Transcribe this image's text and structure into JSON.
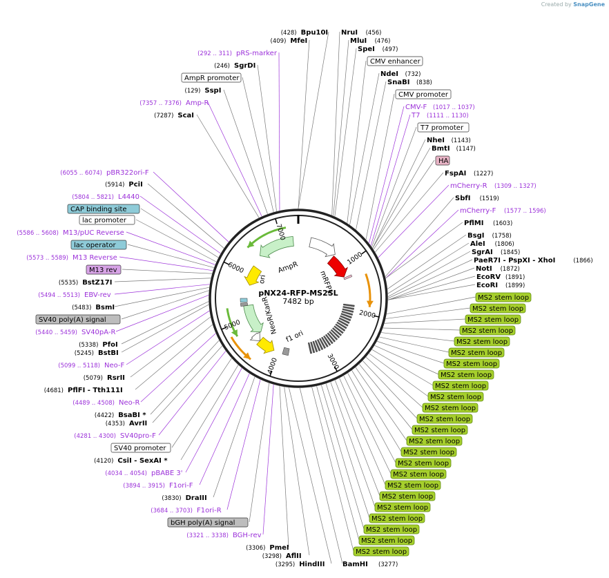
{
  "watermark": {
    "created_by": "Created by",
    "brand": "SnapGene"
  },
  "plasmid": {
    "name": "pNX24-RFP-MS2SL",
    "length": "7482 bp",
    "ticks": [
      "1000",
      "2000",
      "3000",
      "4000",
      "5000",
      "6000",
      "7000"
    ]
  },
  "left_labels": [
    {
      "pos": "(409)",
      "name": "MfeI",
      "kind": "enzyme"
    },
    {
      "pos": "(428)",
      "name": "Bpu10I",
      "kind": "enzyme"
    },
    {
      "pos": "(292 .. 311)",
      "name": "pRS-marker",
      "kind": "primer"
    },
    {
      "pos": "(246)",
      "name": "SgrDI",
      "kind": "enzyme"
    },
    {
      "pos": "",
      "name": "AmpR promoter",
      "kind": "box_white"
    },
    {
      "pos": "(129)",
      "name": "SspI",
      "kind": "enzyme"
    },
    {
      "pos": "(7357 .. 7376)",
      "name": "Amp-R",
      "kind": "primer"
    },
    {
      "pos": "(7287)",
      "name": "ScaI",
      "kind": "enzyme"
    },
    {
      "pos": "(6055 .. 6074)",
      "name": "pBR322ori-F",
      "kind": "primer"
    },
    {
      "pos": "(5914)",
      "name": "PciI",
      "kind": "enzyme"
    },
    {
      "pos": "(5804 .. 5821)",
      "name": "L4440",
      "kind": "primer"
    },
    {
      "pos": "",
      "name": "CAP binding site",
      "kind": "box_blue"
    },
    {
      "pos": "",
      "name": "lac promoter",
      "kind": "box_white"
    },
    {
      "pos": "(5586 .. 5608)",
      "name": "M13/pUC Reverse",
      "kind": "primer"
    },
    {
      "pos": "",
      "name": "lac operator",
      "kind": "box_blue"
    },
    {
      "pos": "(5573 .. 5589)",
      "name": "M13 Reverse",
      "kind": "primer"
    },
    {
      "pos": "",
      "name": "M13 rev",
      "kind": "box_purple"
    },
    {
      "pos": "(5535)",
      "name": "BstZ17I",
      "kind": "enzyme"
    },
    {
      "pos": "(5494 .. 5513)",
      "name": "EBV-rev",
      "kind": "primer"
    },
    {
      "pos": "(5483)",
      "name": "BsmI",
      "kind": "enzyme"
    },
    {
      "pos": "",
      "name": "SV40 poly(A) signal",
      "kind": "box_gray"
    },
    {
      "pos": "(5440 .. 5459)",
      "name": "SV40pA-R",
      "kind": "primer"
    },
    {
      "pos": "(5338)",
      "name": "PfoI",
      "kind": "enzyme"
    },
    {
      "pos": "(5245)",
      "name": "BstBI",
      "kind": "enzyme"
    },
    {
      "pos": "(5099 .. 5118)",
      "name": "Neo-F",
      "kind": "primer"
    },
    {
      "pos": "(5079)",
      "name": "RsrII",
      "kind": "enzyme"
    },
    {
      "pos": "(4681)",
      "name": "PflFI - Tth111I",
      "kind": "enzyme"
    },
    {
      "pos": "(4489 .. 4508)",
      "name": "Neo-R",
      "kind": "primer"
    },
    {
      "pos": "(4422)",
      "name": "BsaBI *",
      "kind": "enzyme"
    },
    {
      "pos": "(4353)",
      "name": "AvrII",
      "kind": "enzyme"
    },
    {
      "pos": "(4281 .. 4300)",
      "name": "SV40pro-F",
      "kind": "primer"
    },
    {
      "pos": "",
      "name": "SV40 promoter",
      "kind": "box_white"
    },
    {
      "pos": "(4120)",
      "name": "CsiI - SexAI *",
      "kind": "enzyme"
    },
    {
      "pos": "(4034 .. 4054)",
      "name": "pBABE 3'",
      "kind": "primer"
    },
    {
      "pos": "(3894 .. 3915)",
      "name": "F1ori-F",
      "kind": "primer"
    },
    {
      "pos": "(3830)",
      "name": "DraIII",
      "kind": "enzyme"
    },
    {
      "pos": "(3684 .. 3703)",
      "name": "F1ori-R",
      "kind": "primer"
    },
    {
      "pos": "",
      "name": "bGH poly(A) signal",
      "kind": "box_gray"
    },
    {
      "pos": "(3321 .. 3338)",
      "name": "BGH-rev",
      "kind": "primer"
    },
    {
      "pos": "(3306)",
      "name": "PmeI",
      "kind": "enzyme"
    },
    {
      "pos": "(3298)",
      "name": "AflII",
      "kind": "enzyme"
    },
    {
      "pos": "(3295)",
      "name": "HindIII",
      "kind": "enzyme"
    }
  ],
  "right_labels": [
    {
      "name": "NruI",
      "pos": "(456)",
      "kind": "enzyme"
    },
    {
      "name": "MluI",
      "pos": "(476)",
      "kind": "enzyme"
    },
    {
      "name": "SpeI",
      "pos": "(497)",
      "kind": "enzyme"
    },
    {
      "name": "CMV enhancer",
      "pos": "",
      "kind": "box_white"
    },
    {
      "name": "NdeI",
      "pos": "(732)",
      "kind": "enzyme"
    },
    {
      "name": "SnaBI",
      "pos": "(838)",
      "kind": "enzyme"
    },
    {
      "name": "CMV promoter",
      "pos": "",
      "kind": "box_white"
    },
    {
      "name": "CMV-F",
      "pos": "(1017 .. 1037)",
      "kind": "primer"
    },
    {
      "name": "T7",
      "pos": "(1111 .. 1130)",
      "kind": "primer"
    },
    {
      "name": "T7 promoter",
      "pos": "",
      "kind": "box_white"
    },
    {
      "name": "NheI",
      "pos": "(1143)",
      "kind": "enzyme"
    },
    {
      "name": "BmtI",
      "pos": "(1147)",
      "kind": "enzyme"
    },
    {
      "name": "HA",
      "pos": "",
      "kind": "box_pink"
    },
    {
      "name": "FspAI",
      "pos": "(1227)",
      "kind": "enzyme"
    },
    {
      "name": "mCherry-R",
      "pos": "(1309 .. 1327)",
      "kind": "primer"
    },
    {
      "name": "SbfI",
      "pos": "(1519)",
      "kind": "enzyme"
    },
    {
      "name": "mCherry-F",
      "pos": "(1577 .. 1596)",
      "kind": "primer"
    },
    {
      "name": "PflMI",
      "pos": "(1603)",
      "kind": "enzyme"
    },
    {
      "name": "BsgI",
      "pos": "(1758)",
      "kind": "enzyme"
    },
    {
      "name": "AleI",
      "pos": "(1806)",
      "kind": "enzyme"
    },
    {
      "name": "SgrAI",
      "pos": "(1845)",
      "kind": "enzyme"
    },
    {
      "name": "PaeR7I - PspXI - XhoI",
      "pos": "(1866)",
      "kind": "enzyme"
    },
    {
      "name": "NotI",
      "pos": "(1872)",
      "kind": "enzyme"
    },
    {
      "name": "EcoRV",
      "pos": "(1891)",
      "kind": "enzyme"
    },
    {
      "name": "EcoRI",
      "pos": "(1899)",
      "kind": "enzyme"
    }
  ],
  "ms2_label": "MS2 stem loop",
  "bottom_right": [
    {
      "name": "BamHI",
      "pos": "(3277)",
      "kind": "enzyme"
    }
  ],
  "features": [
    {
      "name": "AmpR",
      "type": "gene"
    },
    {
      "name": "ori",
      "type": "origin"
    },
    {
      "name": "mRFP1",
      "type": "gene"
    },
    {
      "name": "NeoR/KanR",
      "type": "gene"
    },
    {
      "name": "f1 ori",
      "type": "origin"
    }
  ],
  "colors": {
    "enzyme": "#000000",
    "primer": "#9b30d9",
    "box_white": "#ffffff",
    "box_blue": "#8ecbd8",
    "box_purple": "#d7a3e6",
    "box_gray": "#bdbdbd",
    "box_pink": "#e8b4c6",
    "ms2": "#a6cf2c",
    "ms2_border": "#5f8a12",
    "ampr": "#c8f0c8",
    "ori": "#ffea00",
    "rfp": "#ee0000",
    "orange": "#e8920a"
  }
}
